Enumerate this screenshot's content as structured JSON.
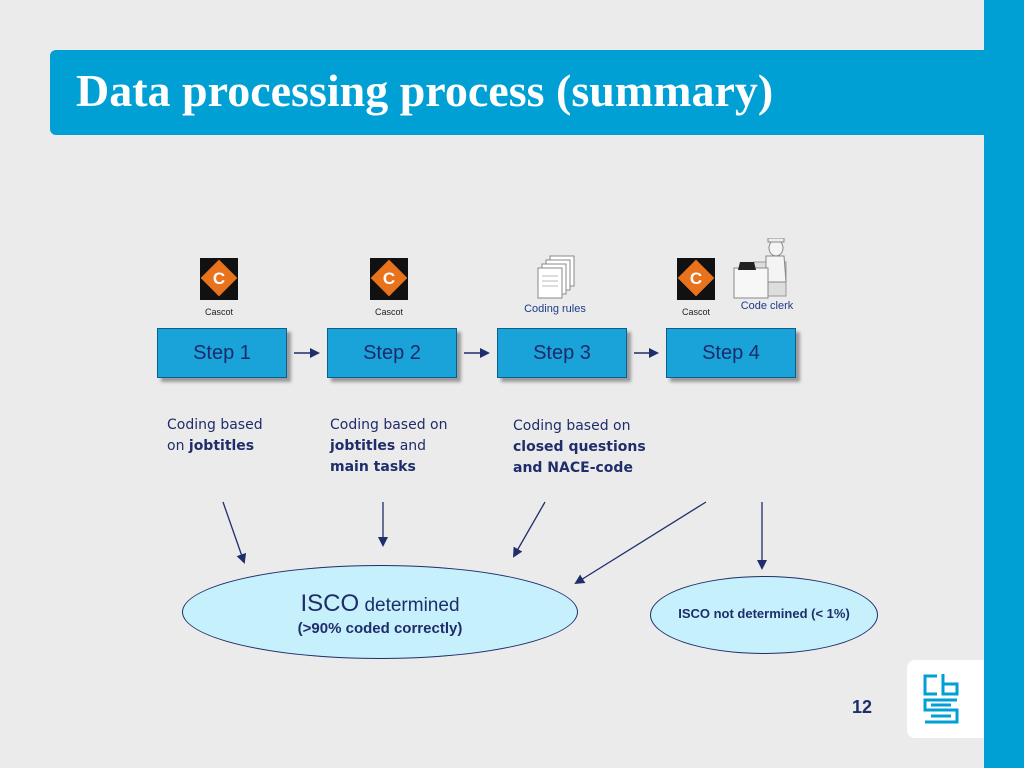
{
  "title": "Data processing process (summary)",
  "icons": {
    "cascot_label": "Cascot",
    "coding_rules_label": "Coding rules",
    "code_clerk_label": "Code clerk"
  },
  "steps": [
    "Step 1",
    "Step 2",
    "Step 3",
    "Step 4"
  ],
  "descriptions": {
    "step1_line1": "Coding based",
    "step1_line2_prefix": "on ",
    "step1_line2_bold": "jobtitles",
    "step2_line1": "Coding based on",
    "step2_line2_bold": "jobtitles",
    "step2_line2_suffix": " and",
    "step2_line3_bold": "main tasks",
    "step3_line1": "Coding based on",
    "step3_line2_bold": "closed questions",
    "step3_line3_bold": "and NACE-code"
  },
  "outcomes": {
    "determined_isco": "ISCO",
    "determined_word": " determined",
    "determined_note": "(>90% coded correctly)",
    "not_determined": "ISCO not determined (< 1%)"
  },
  "page_number": "12",
  "colors": {
    "brand_blue": "#009fd4",
    "step_fill": "#1aa3d8",
    "ellipse_fill": "#c6f0fb",
    "text_navy": "#1f2d6b"
  }
}
